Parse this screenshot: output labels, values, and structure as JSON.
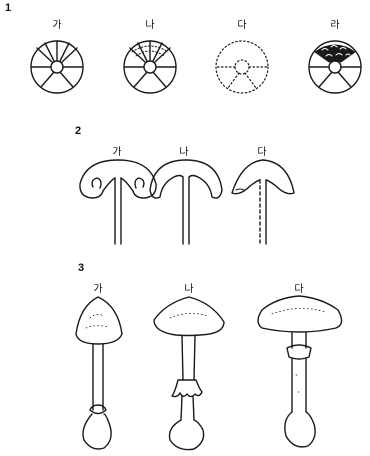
{
  "sections": [
    {
      "number": "1",
      "labels": [
        "가",
        "나",
        "다",
        "라"
      ]
    },
    {
      "number": "2",
      "labels": [
        "가",
        "나",
        "다"
      ]
    },
    {
      "number": "3",
      "labels": [
        "가",
        "나",
        "다"
      ]
    }
  ],
  "colors": {
    "ink": "#1a1a1a",
    "paper": "#ffffff"
  }
}
